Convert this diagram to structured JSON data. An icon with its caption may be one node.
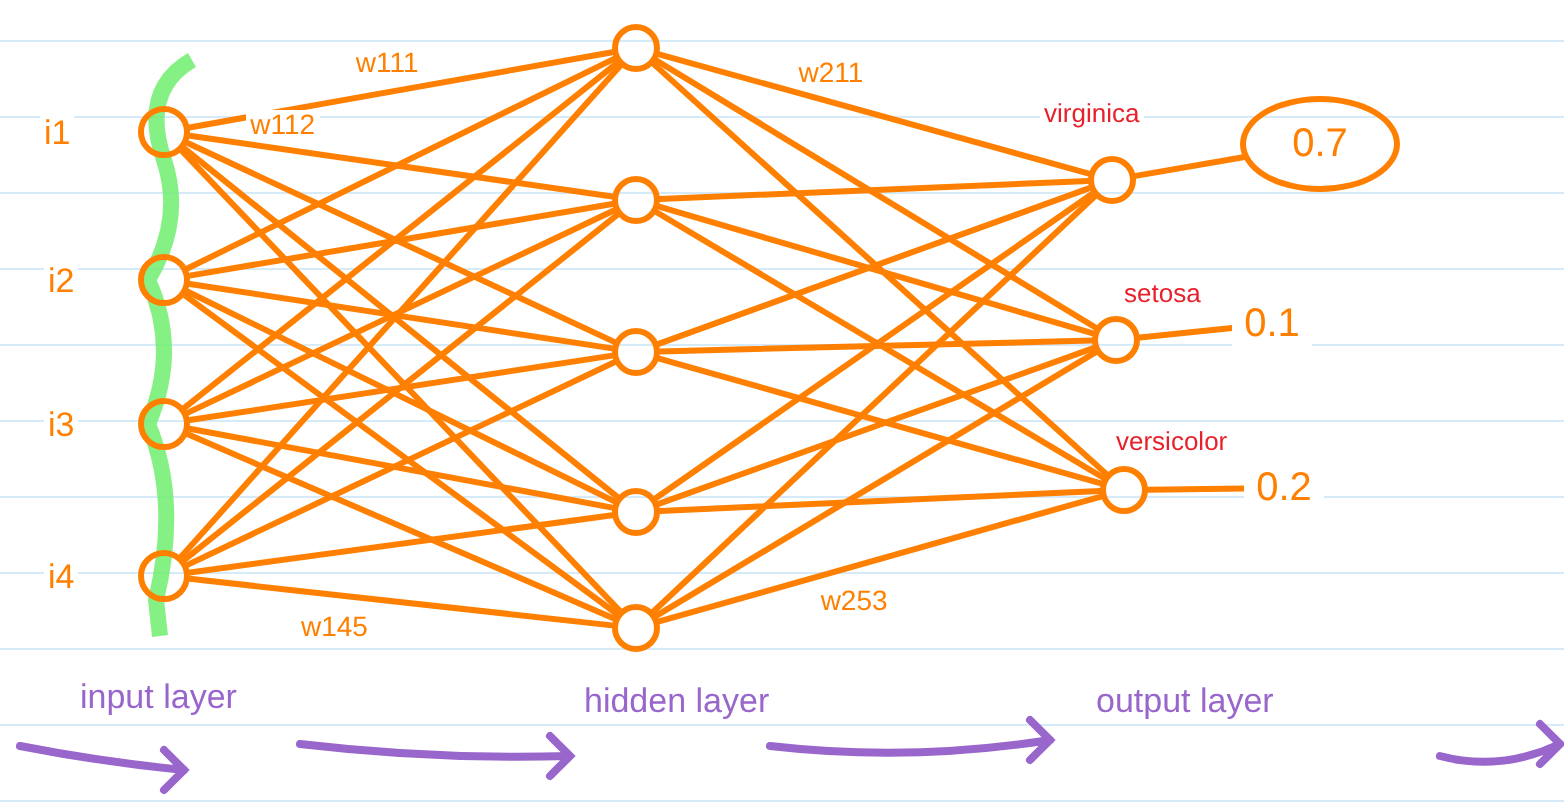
{
  "diagram": {
    "nodes": [
      {
        "text": [],
        "shape": "circle",
        "beside": [
          "i1"
        ]
      },
      {
        "text": [],
        "shape": "circle",
        "beside": [
          "i2"
        ]
      },
      {
        "text": [],
        "shape": "circle",
        "beside": [
          "i3"
        ]
      },
      {
        "text": [],
        "shape": "circle",
        "beside": [
          "i4"
        ]
      },
      {
        "text": [],
        "shape": "circle"
      },
      {
        "text": [],
        "shape": "circle"
      },
      {
        "text": [],
        "shape": "circle"
      },
      {
        "text": [],
        "shape": "circle"
      },
      {
        "text": [],
        "shape": "circle"
      },
      {
        "text": [],
        "shape": "circle",
        "beside": [
          "virginica"
        ]
      },
      {
        "text": [],
        "shape": "circle",
        "beside": [
          "setosa"
        ]
      },
      {
        "text": [],
        "shape": "circle",
        "beside": [
          "versicolor"
        ]
      },
      {
        "text": [
          "0.7"
        ]
      },
      {
        "text": [
          "0.1"
        ]
      },
      {
        "text": [
          "0.2"
        ]
      }
    ],
    "edges": [
      {
        "from": 0,
        "to": 4,
        "arrow": "none",
        "label": "w111"
      },
      {
        "from": 0,
        "to": 5,
        "arrow": "none",
        "label": "w112"
      },
      {
        "from": 0,
        "to": 6,
        "arrow": "none"
      },
      {
        "from": 0,
        "to": 7,
        "arrow": "none"
      },
      {
        "from": 0,
        "to": 8,
        "arrow": "none"
      },
      {
        "from": 1,
        "to": 4,
        "arrow": "none"
      },
      {
        "from": 1,
        "to": 5,
        "arrow": "none"
      },
      {
        "from": 1,
        "to": 6,
        "arrow": "none"
      },
      {
        "from": 1,
        "to": 7,
        "arrow": "none"
      },
      {
        "from": 1,
        "to": 8,
        "arrow": "none"
      },
      {
        "from": 2,
        "to": 4,
        "arrow": "none"
      },
      {
        "from": 2,
        "to": 5,
        "arrow": "none"
      },
      {
        "from": 2,
        "to": 6,
        "arrow": "none"
      },
      {
        "from": 2,
        "to": 7,
        "arrow": "none"
      },
      {
        "from": 2,
        "to": 8,
        "arrow": "none"
      },
      {
        "from": 3,
        "to": 4,
        "arrow": "none"
      },
      {
        "from": 3,
        "to": 5,
        "arrow": "none"
      },
      {
        "from": 3,
        "to": 6,
        "arrow": "none"
      },
      {
        "from": 3,
        "to": 7,
        "arrow": "none"
      },
      {
        "from": 3,
        "to": 8,
        "arrow": "none",
        "label": "w145"
      },
      {
        "from": 4,
        "to": 9,
        "arrow": "none",
        "label": "w211"
      },
      {
        "from": 4,
        "to": 10,
        "arrow": "none"
      },
      {
        "from": 4,
        "to": 11,
        "arrow": "none"
      },
      {
        "from": 5,
        "to": 9,
        "arrow": "none"
      },
      {
        "from": 5,
        "to": 10,
        "arrow": "none"
      },
      {
        "from": 5,
        "to": 11,
        "arrow": "none"
      },
      {
        "from": 6,
        "to": 9,
        "arrow": "none"
      },
      {
        "from": 6,
        "to": 10,
        "arrow": "none"
      },
      {
        "from": 6,
        "to": 11,
        "arrow": "none"
      },
      {
        "from": 7,
        "to": 9,
        "arrow": "none"
      },
      {
        "from": 7,
        "to": 10,
        "arrow": "none"
      },
      {
        "from": 7,
        "to": 11,
        "arrow": "none"
      },
      {
        "from": 8,
        "to": 9,
        "arrow": "none"
      },
      {
        "from": 8,
        "to": 10,
        "arrow": "none"
      },
      {
        "from": 8,
        "to": 11,
        "arrow": "none",
        "label": "w253"
      },
      {
        "from": 9,
        "to": 12,
        "arrow": "none"
      },
      {
        "from": 10,
        "to": 13,
        "arrow": "none"
      },
      {
        "from": 11,
        "to": 14,
        "arrow": "none"
      }
    ],
    "labels": [
      "input layer",
      "hidden layer",
      "output layer"
    ]
  }
}
